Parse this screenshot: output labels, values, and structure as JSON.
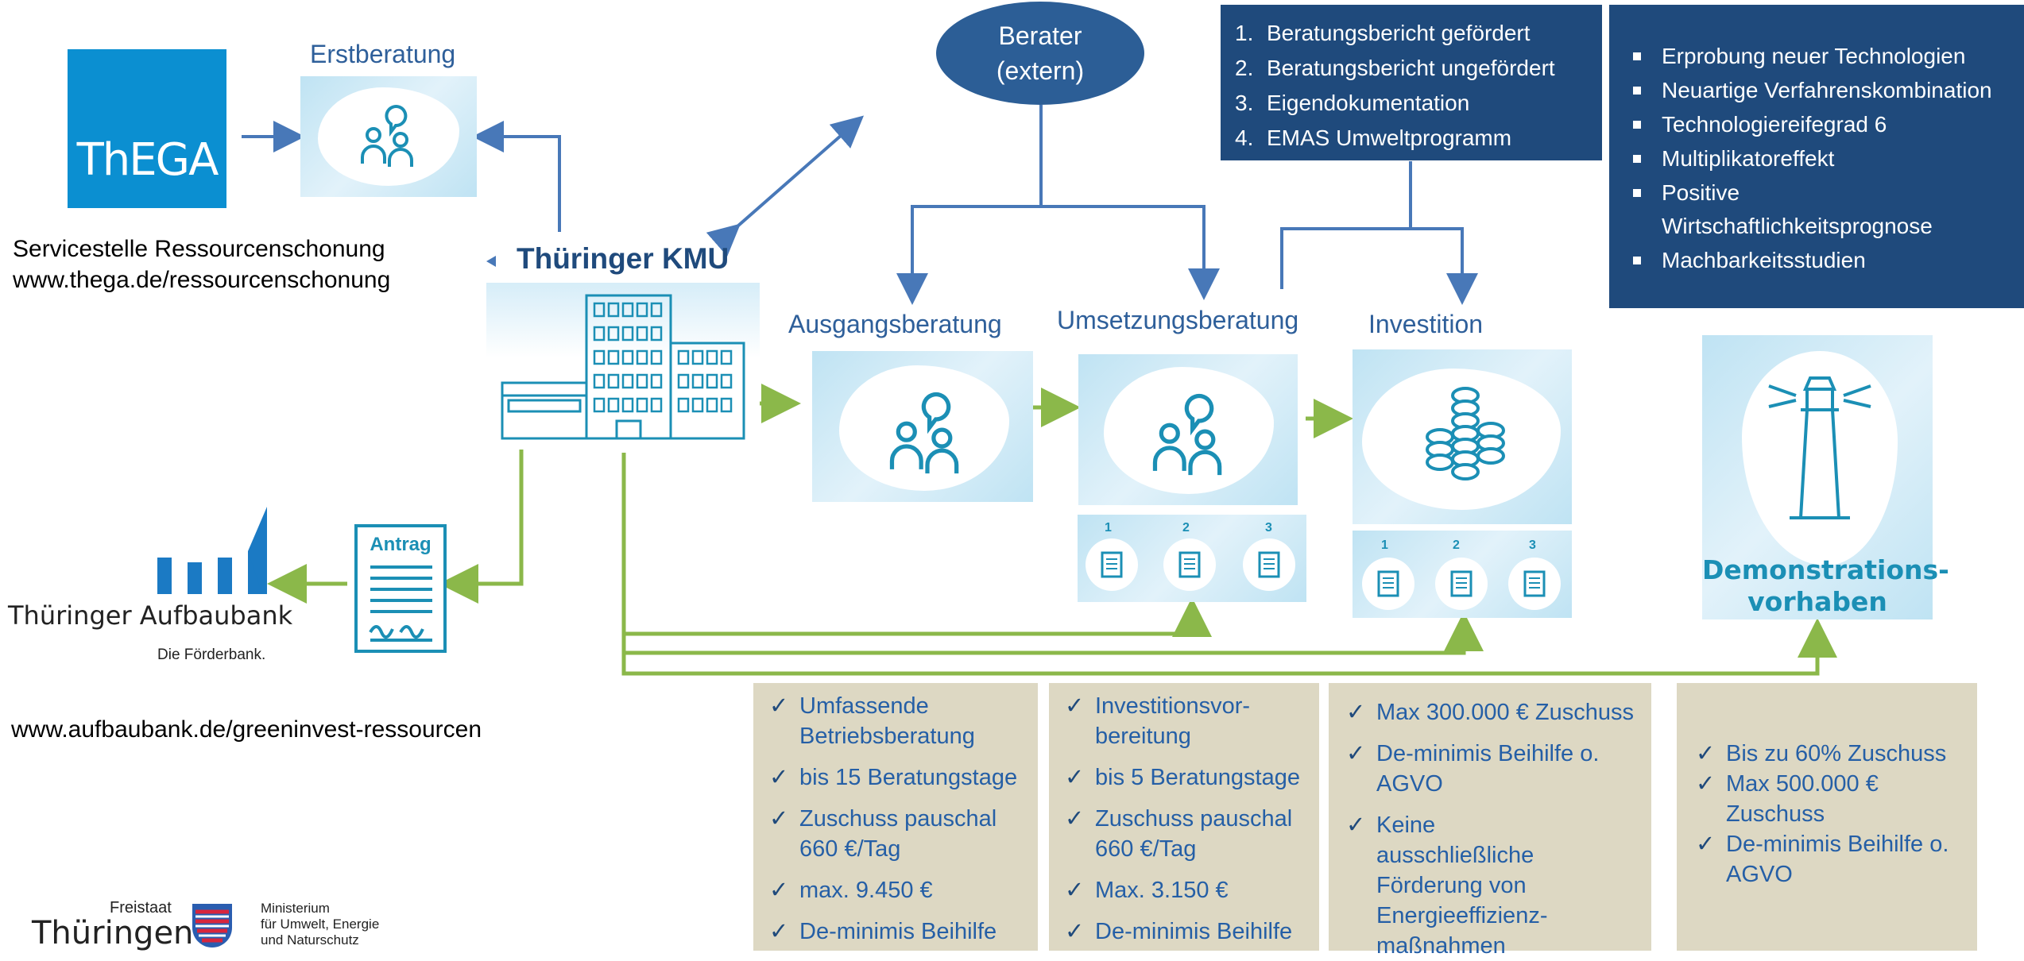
{
  "colors": {
    "dark_blue": "#1f4a7c",
    "mid_blue": "#2e5f9a",
    "arrow_blue": "#4878b8",
    "green": "#8bb84a",
    "beige": "#ddd8c3",
    "teal": "#1b8fb5"
  },
  "thega": {
    "logo_text": "ThEGA",
    "service_line1": "Servicestelle Ressourcenschonung",
    "service_line2": "www.thega.de/ressourcenschonung"
  },
  "erstberatung": {
    "label": "Erstberatung",
    "icon": "people-chat-icon"
  },
  "kmu": {
    "label": "Thüringer KMU",
    "icon": "office-building-icon"
  },
  "berater": {
    "line1": "Berater",
    "line2": "(extern)"
  },
  "report_types": [
    {
      "num": "1.",
      "text": "Beratungsbericht gefördert"
    },
    {
      "num": "2.",
      "text": "Beratungsbericht ungefördert"
    },
    {
      "num": "3.",
      "text": "Eigendokumentation"
    },
    {
      "num": "4.",
      "text": "EMAS Umweltprogramm"
    }
  ],
  "demo_criteria": [
    "Erprobung neuer Technologien",
    "Neuartige Verfahrenskombination",
    "Technologiereifegrad 6",
    "Multiplikatoreffekt",
    "Positive Wirtschaftlichkeitsprognose",
    "Machbarkeitsstudien"
  ],
  "stages": {
    "ausgangsberatung": "Ausgangsberatung",
    "umsetzungsberatung": "Umsetzungsberatung",
    "investition": "Investition",
    "demo_line1": "Demonstrations-",
    "demo_line2": "vorhaben"
  },
  "doc_numbers": [
    "1",
    "2",
    "3"
  ],
  "antrag": {
    "label": "Antrag"
  },
  "aufbaubank": {
    "name": "Thüringer Aufbaubank",
    "tagline": "Die Förderbank.",
    "url": "www.aufbaubank.de/greeninvest-ressourcen"
  },
  "ministry": {
    "state_small": "Freistaat",
    "state_large": "Thüringen",
    "line1": "Ministerium",
    "line2": "für Umwelt, Energie",
    "line3": "und Naturschutz"
  },
  "check_mark": "✓",
  "funding": {
    "ausgangsberatung": [
      "Umfassende Betriebsberatung",
      "bis 15 Beratungstage",
      "Zuschuss pauschal 660 €/Tag",
      "max. 9.450 €",
      "De-minimis Beihilfe"
    ],
    "umsetzungsberatung": [
      "Investitionsvor-bereitung",
      "bis 5 Beratungstage",
      "Zuschuss pauschal 660 €/Tag",
      "Max. 3.150 €",
      "De-minimis Beihilfe"
    ],
    "investition": [
      "Max 300.000 € Zuschuss",
      "De-minimis Beihilfe o. AGVO",
      "Keine ausschließliche Förderung von Energieeffizienz-maßnahmen"
    ],
    "demonstration": [
      "Bis zu 60% Zuschuss",
      "Max 500.000 € Zuschuss",
      "De-minimis Beihilfe o. AGVO"
    ]
  }
}
